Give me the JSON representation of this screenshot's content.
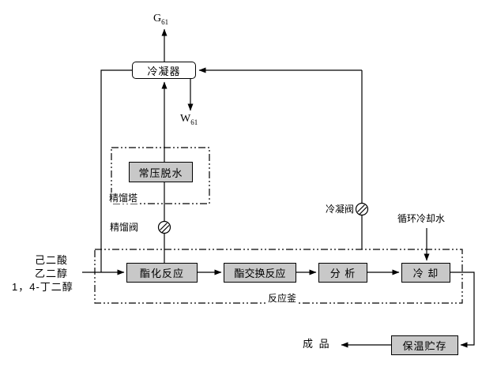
{
  "diagram": {
    "streams": {
      "gas": {
        "symbol": "G",
        "sub": "61"
      },
      "water": {
        "symbol": "W",
        "sub": "61"
      }
    },
    "units": {
      "condenser": "冷凝器",
      "dehydration": "常压脱水",
      "esterification": "酯化反应",
      "transesterification": "酯交换反应",
      "analysis": "分 析",
      "cooling": "冷 却",
      "storage": "保温贮存"
    },
    "labels": {
      "distillation_tower": "精馏塔",
      "distillation_valve": "精馏阀",
      "condensation_valve": "冷凝阀",
      "circulating_cooling_water": "循环冷却水",
      "reaction_kettle": "反应釜",
      "product": "成 品"
    },
    "feed_materials": [
      "己二酸",
      "乙二醇",
      "1，4-丁二醇"
    ],
    "colors": {
      "unit_fill": "#c8c8c8",
      "line": "#000000",
      "background": "#ffffff"
    }
  }
}
